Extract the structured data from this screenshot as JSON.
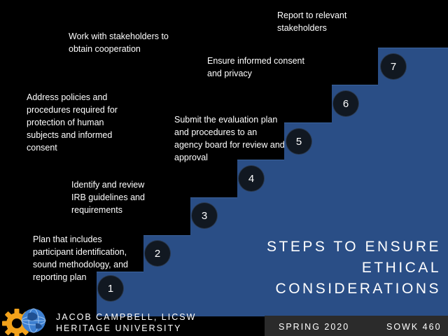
{
  "steps": [
    {
      "number": "1",
      "text": "Plan that includes participant identification, sound methodology, and reporting plan"
    },
    {
      "number": "2",
      "text": "Identify and review IRB guidelines and requirements"
    },
    {
      "number": "3",
      "text": "Address policies and procedures required for protection of human subjects and informed consent"
    },
    {
      "number": "4",
      "text": "Submit the evaluation plan and procedures to an agency board for review and approval"
    },
    {
      "number": "5",
      "text": "Work with stakeholders to obtain cooperation"
    },
    {
      "number": "6",
      "text": "Ensure informed consent and privacy"
    },
    {
      "number": "7",
      "text": "Report to relevant stakeholders"
    }
  ],
  "title": {
    "line1": "STEPS TO ENSURE",
    "line2": "ETHICAL",
    "line3": "CONSIDERATIONS"
  },
  "footer": {
    "author": "JACOB CAMPBELL, LICSW",
    "institution": "HERITAGE UNIVERSITY",
    "term": "SPRING 2020",
    "course": "SOWK 460"
  },
  "colors": {
    "stairs": "#2a4e86",
    "background": "#000000",
    "badge": "#111821",
    "logo_gear": "#f2a21b",
    "logo_globe": "#3d7fd0"
  },
  "icons": {
    "logo": "gear-globe-logo"
  }
}
